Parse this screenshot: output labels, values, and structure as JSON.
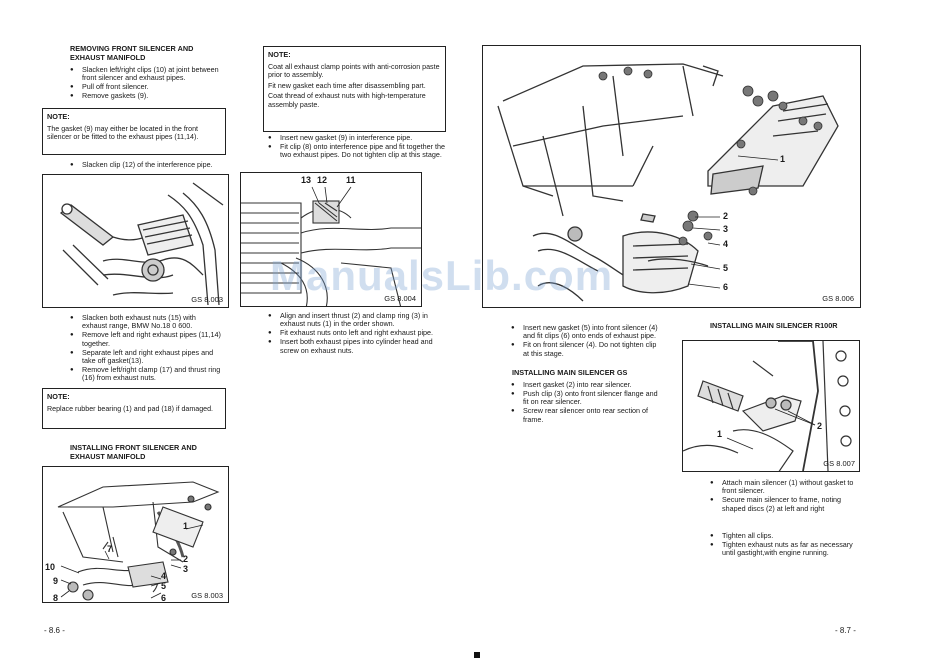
{
  "left_page": {
    "removing": {
      "heading": "REMOVING FRONT SILENCER AND EXHAUST MANIFOLD",
      "bullets": [
        "Slacken left/right clips (10) at joint between front silencer and exhaust pipes.",
        "Pull off front silencer.",
        "Remove gaskets (9)."
      ]
    },
    "note1": {
      "title": "NOTE:",
      "text": "The gasket (9) may either be located in the front silencer or be fitted to the exhaust pipes (11,14)."
    },
    "bullet_clip": "Slacken clip (12) of the interference pipe.",
    "fig1_caption": "GS 8.003",
    "bullets_after_fig1": [
      "Slacken both exhaust nuts (15) with exhaust range, BMW No.18 0 600.",
      "Remove left and right exhaust pipes (11,14) together.",
      "Separate left and right exhaust pipes and take off gasket(13).",
      "Remove left/right clamp (17) and thrust ring (16) from exhaust nuts."
    ],
    "note2": {
      "title": "NOTE:",
      "text": "Replace rubber bearing (1) and pad (18) if damaged."
    },
    "installing": {
      "heading": "INSTALLING FRONT SILENCER AND EXHAUST MANIFOLD"
    },
    "fig2_caption": "GS 8.003",
    "fig2_labels": [
      "1",
      "2",
      "3",
      "4",
      "5",
      "6",
      "7",
      "8",
      "9",
      "10"
    ],
    "page_number": "- 8.6 -"
  },
  "middle_col": {
    "note3": {
      "title": "NOTE:",
      "paras": [
        "Coat all exhaust clamp points with anti-corrosion paste prior to assembly.",
        "Fit new gasket each time after disassembling part.",
        "Coat thread of exhaust nuts with high-temperature assembly paste."
      ]
    },
    "bullets_top": [
      "Insert new gasket (9) in interference pipe.",
      "Fit clip (8) onto interference pipe and fit together the two exhaust pipes. Do not tighten clip at this stage."
    ],
    "fig3_labels": [
      "13",
      "12",
      "11"
    ],
    "fig3_caption": "GS 8.004",
    "bullets_bottom": [
      "Align and insert thrust (2) and clamp ring (3) in exhaust nuts (1) in the order shown.",
      "Fit exhaust nuts onto left and right exhaust pipe.",
      "Insert both exhaust pipes into cylinder head and screw on exhaust nuts."
    ]
  },
  "right_page": {
    "fig4_caption": "GS 8.006",
    "fig4_labels": [
      "1",
      "2",
      "3",
      "4",
      "5",
      "6"
    ],
    "bullets_a": [
      "Insert new gasket (5) into front silencer (4) and fit clips (6) onto ends of exhaust pipe.",
      "Fit on front silencer (4). Do not tighten clip at this stage."
    ],
    "install_gs": {
      "heading": "INSTALLING MAIN SILENCER GS",
      "bullets": [
        "Insert gasket (2) into rear silencer.",
        "Push clip (3) onto front silencer flange and fit on rear silencer.",
        "Screw rear silencer onto rear section of frame."
      ]
    },
    "install_r100r": {
      "heading": "INSTALLING MAIN SILENCER R100R"
    },
    "fig5_caption": "GS 8.007",
    "fig5_labels": [
      "1",
      "2"
    ],
    "bullets_b": [
      "Attach main silencer (1) without gasket to front silencer.",
      "Secure main silencer to frame, noting shaped discs (2) at left and right"
    ],
    "bullets_c": [
      "Tighten all clips.",
      "Tighten exhaust nuts as far as necessary until gastight,with engine running."
    ],
    "page_number": "- 8.7 -"
  },
  "watermark": "ManualsLib.com"
}
